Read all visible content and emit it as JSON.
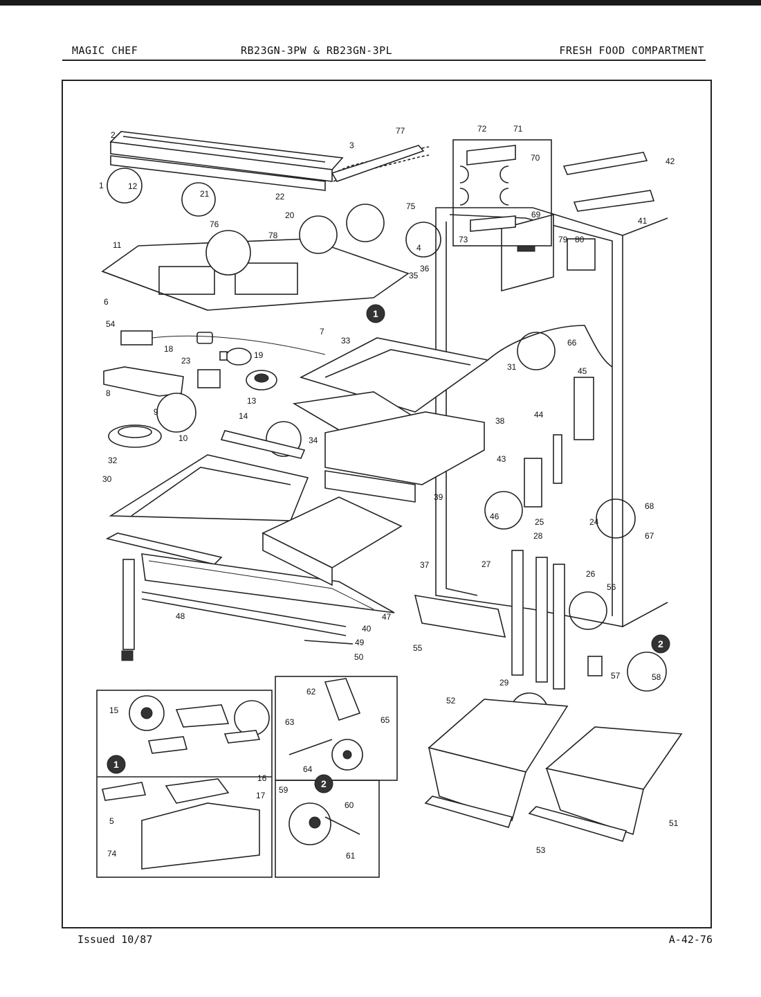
{
  "header": {
    "brand": "MAGIC CHEF",
    "model": "RB23GN-3PW & RB23GN-3PL",
    "section": "FRESH FOOD COMPARTMENT"
  },
  "footer": {
    "issued": "Issued 10/87",
    "code": "A-42-76"
  },
  "callouts": [
    "1",
    "2"
  ],
  "part_labels": [
    "1",
    "2",
    "3",
    "4",
    "5",
    "6",
    "7",
    "8",
    "9",
    "10",
    "11",
    "12",
    "13",
    "14",
    "15",
    "16",
    "17",
    "18",
    "19",
    "20",
    "21",
    "22",
    "23",
    "24",
    "25",
    "26",
    "27",
    "28",
    "29",
    "30",
    "31",
    "32",
    "33",
    "34",
    "35",
    "36",
    "37",
    "38",
    "39",
    "40",
    "41",
    "42",
    "43",
    "44",
    "45",
    "46",
    "47",
    "48",
    "49",
    "50",
    "51",
    "52",
    "53",
    "54",
    "55",
    "56",
    "57",
    "58",
    "59",
    "60",
    "61",
    "62",
    "63",
    "64",
    "65",
    "66",
    "67",
    "68",
    "69",
    "70",
    "71",
    "72",
    "73",
    "74",
    "75",
    "76",
    "77",
    "78",
    "79",
    "80"
  ]
}
